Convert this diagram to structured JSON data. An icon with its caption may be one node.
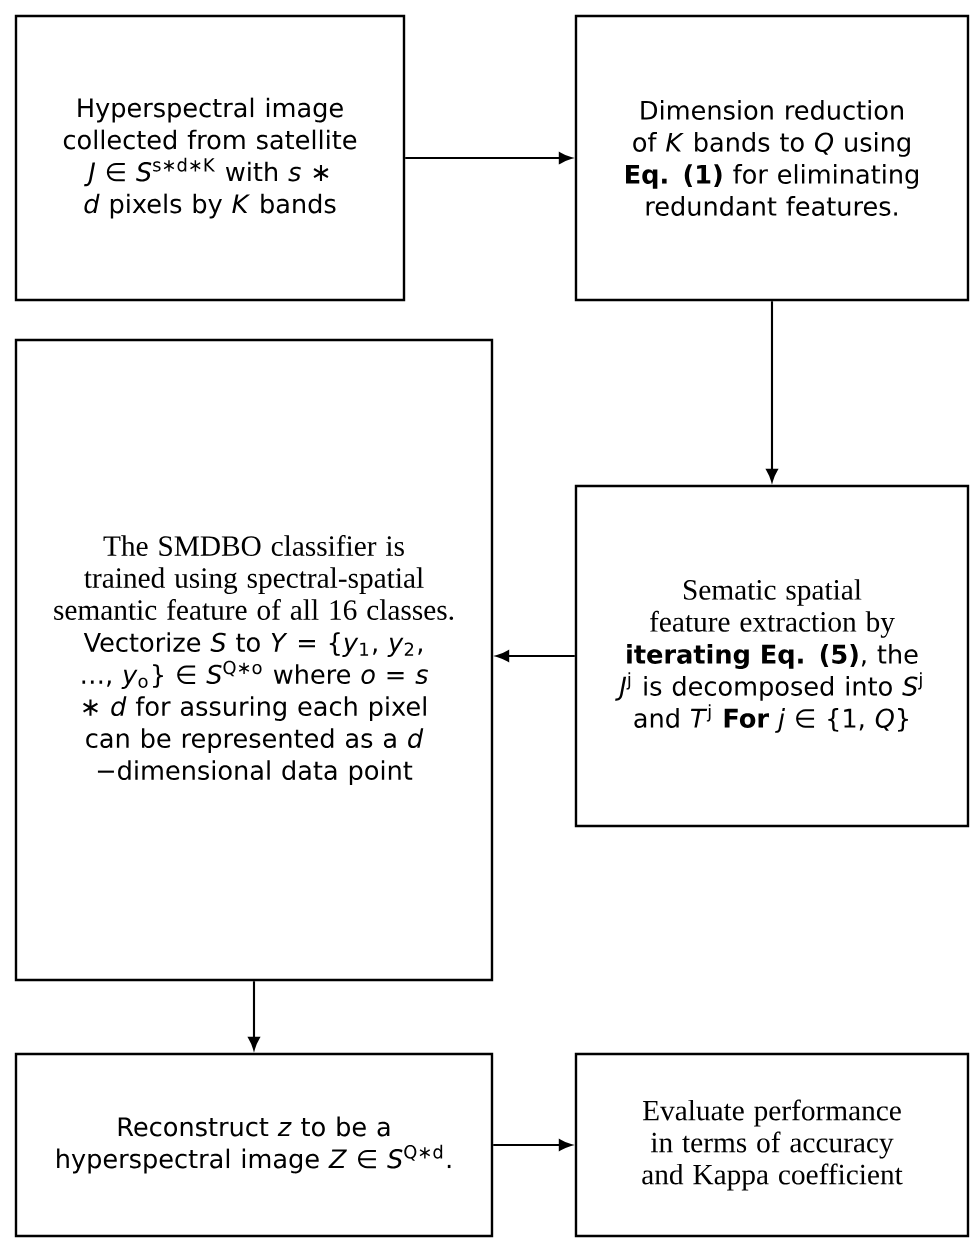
{
  "diagram": {
    "nodes": [
      {
        "text": [
          "Hyperspectral image collected from satellite *J* ∈ *S*$^{s∗d∗K}$ with *s* ∗ *d* pixels by *K* bands"
        ]
      },
      {
        "text": [
          "Dimension reduction of *K* bands to *Q* using **Eq. (1)** for eliminating redundant features."
        ]
      },
      {
        "text": [
          "The SMDBO classifier is trained using spectral-spatial semantic feature of all 16 classes.",
          "Vectorize *S* to *Y* = {*y*$_{1}$, *y*$_{2}$, …, *y*$_{o}$} ∈ *S*$^{Q∗o}$ where *o* = *s* ∗ *d* for assuring each pixel can be represented as a *d* −dimensional data point"
        ]
      },
      {
        "text": [
          "Sematic spatial feature extraction by",
          "**iterating Eq. (5)**, the *J*$^{j}$ is decomposed into *S*$^{j}$ and *T*$^{j}$ **For** *j* ∈ {1, *Q*}"
        ]
      },
      {
        "text": [
          "Reconstruct *z* to be a hyperspectral image *Z* ∈ *S*$^{Q∗d}$."
        ]
      },
      {
        "text": [
          "Evaluate performance in terms of accuracy and Kappa coefficient"
        ]
      }
    ],
    "edges": [
      {
        "from": 0,
        "to": 1,
        "arrow": "to"
      },
      {
        "from": 1,
        "to": 3,
        "arrow": "to"
      },
      {
        "from": 3,
        "to": 2,
        "arrow": "to"
      },
      {
        "from": 2,
        "to": 4,
        "arrow": "to"
      },
      {
        "from": 4,
        "to": 5,
        "arrow": "to"
      }
    ]
  }
}
